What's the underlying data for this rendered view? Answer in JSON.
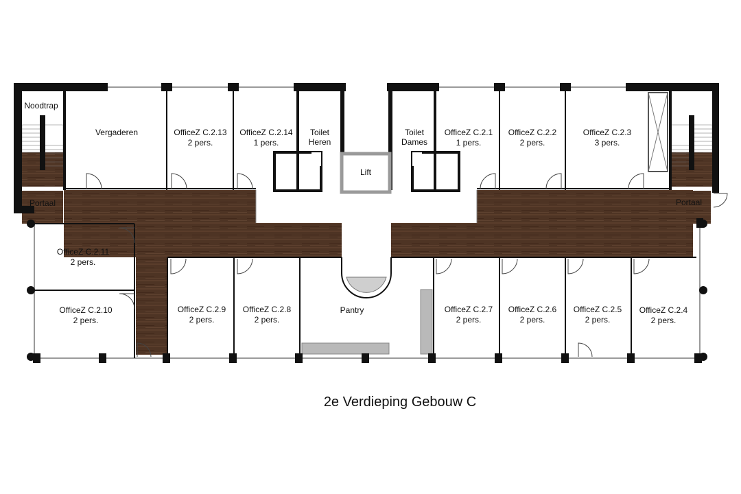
{
  "caption": "2e Verdieping Gebouw C",
  "colors": {
    "corridor": "#4e3424",
    "wall": "#111111",
    "window": "#9a9a9a",
    "pantry_counter": "#b9b9b9"
  },
  "rooms": {
    "noodtrap": "Noodtrap",
    "portaal_left": "Portaal",
    "portaal_right": "Portaal",
    "vergaderen": "Vergaderen",
    "c213": {
      "name": "OfficeZ C.2.13",
      "cap": "2 pers."
    },
    "c214": {
      "name": "OfficeZ C.2.14",
      "cap": "1 pers."
    },
    "toilet_heren": {
      "name": "Toilet",
      "sub": "Heren"
    },
    "lift": "Lift",
    "toilet_dames": {
      "name": "Toilet",
      "sub": "Dames"
    },
    "c21": {
      "name": "OfficeZ C.2.1",
      "cap": "1 pers."
    },
    "c22": {
      "name": "OfficeZ C.2.2",
      "cap": "2 pers."
    },
    "c23": {
      "name": "OfficeZ C.2.3",
      "cap": "3 pers."
    },
    "c211": {
      "name": "OfficeZ C.2.11",
      "cap": "2 pers."
    },
    "c210": {
      "name": "OfficeZ C.2.10",
      "cap": "2 pers."
    },
    "c29": {
      "name": "OfficeZ C.2.9",
      "cap": "2 pers."
    },
    "c28": {
      "name": "OfficeZ C.2.8",
      "cap": "2 pers."
    },
    "pantry": "Pantry",
    "c27": {
      "name": "OfficeZ C.2.7",
      "cap": "2 pers."
    },
    "c26": {
      "name": "OfficeZ C.2.6",
      "cap": "2 pers."
    },
    "c25": {
      "name": "OfficeZ C.2.5",
      "cap": "2 pers."
    },
    "c24": {
      "name": "OfficeZ C.2.4",
      "cap": "2 pers."
    }
  }
}
